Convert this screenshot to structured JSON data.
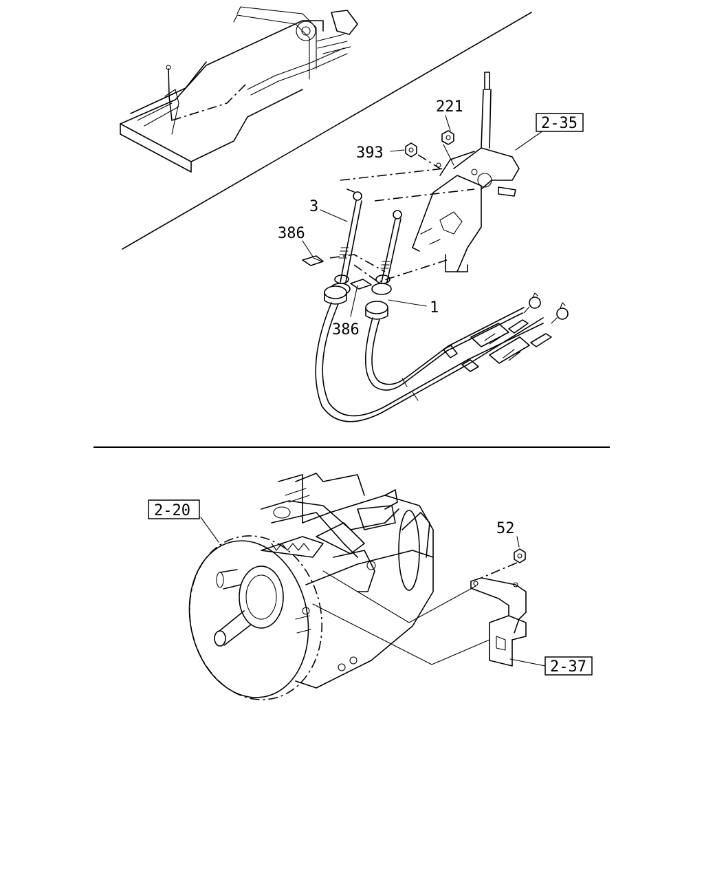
{
  "callouts": {
    "upper": {
      "p221": "221",
      "p393": "393",
      "p3": "3",
      "p386a": "386",
      "p386b": "386",
      "p1": "1",
      "ref_2_35": "2-35"
    },
    "lower": {
      "ref_2_20": "2-20",
      "p52": "52",
      "ref_2_37": "2-37"
    }
  }
}
